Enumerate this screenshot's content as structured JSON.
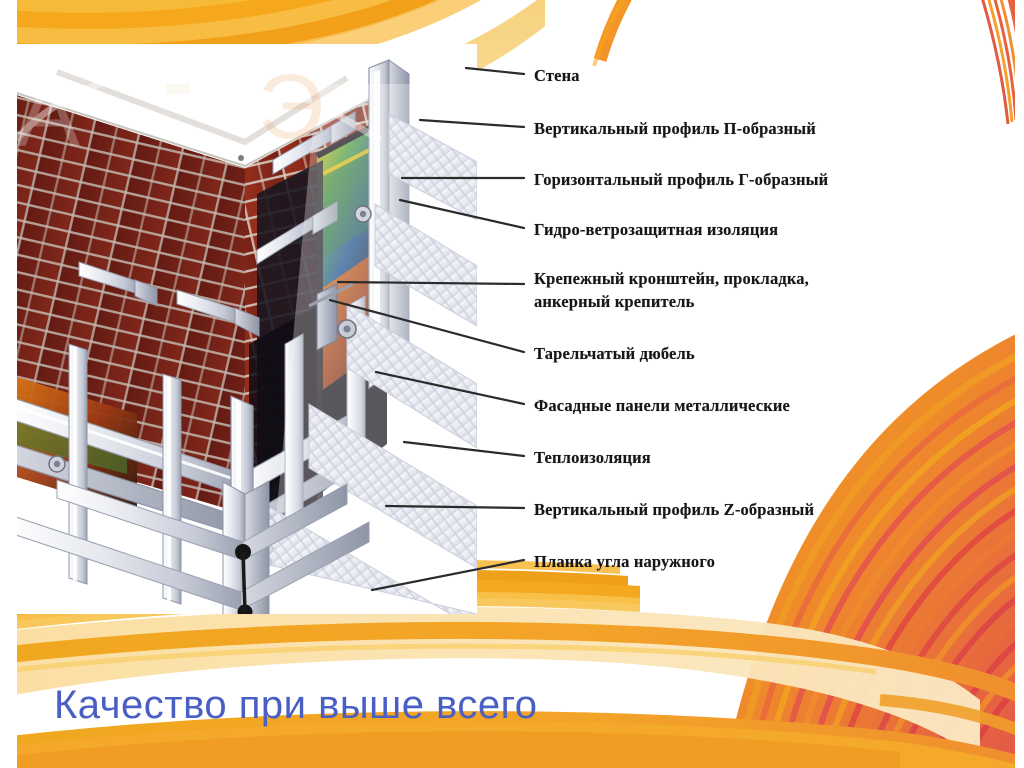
{
  "slide": {
    "title_caption": "Качество при выше всего",
    "caption_color": "#4a5fc4",
    "background_color": "#ffffff",
    "accent_orange": "#f5a623",
    "accent_amber": "#efb025",
    "accent_red": "#e0493f",
    "label_color": "#161616"
  },
  "diagram": {
    "name": "ventilated-facade-corner-cutaway",
    "description_alt": "Разрез вентилируемого фасада: кирпичная стена, каркас из профилей, утеплитель, металлические фасадные панели"
  },
  "callouts": [
    {
      "id": "wall",
      "label": "Стена"
    },
    {
      "id": "vertical-p",
      "label": "Вертикальный профиль П-образный"
    },
    {
      "id": "horizontal-g",
      "label": "Горизонтальный профиль Г-образный"
    },
    {
      "id": "membrane",
      "label": "Гидро-ветрозащитная изоляция"
    },
    {
      "id": "bracket",
      "label": "Крепежный кронштейн, прокладка,\nанкерный крепитель",
      "line1": "Крепежный кронштейн, прокладка,",
      "line2": "анкерный крепитель"
    },
    {
      "id": "dowel",
      "label": "Тарельчатый дюбель"
    },
    {
      "id": "facade-panels",
      "label": "Фасадные панели металлические"
    },
    {
      "id": "insulation",
      "label": "Теплоизоляция"
    },
    {
      "id": "vertical-z",
      "label": "Вертикальный профиль Z-образный"
    },
    {
      "id": "corner-strip",
      "label": "Планка угла наружного"
    }
  ],
  "watermark": {
    "text": ""
  }
}
